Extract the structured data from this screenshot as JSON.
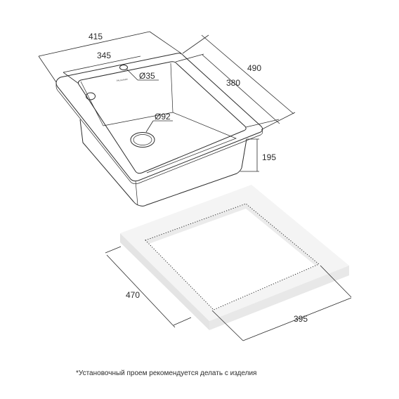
{
  "sink": {
    "dimensions": {
      "outer_width": "415",
      "inner_width": "345",
      "outer_depth": "490",
      "inner_depth": "380",
      "bowl_height": "195"
    },
    "holes": {
      "faucet_hole": "Ø35",
      "drain_hole": "Ø92"
    },
    "logo_text": "PAULMARK"
  },
  "cutout": {
    "dimensions": {
      "depth": "470",
      "width": "395"
    }
  },
  "footnote": "*Установочный проем рекомендуется делать с изделия"
}
